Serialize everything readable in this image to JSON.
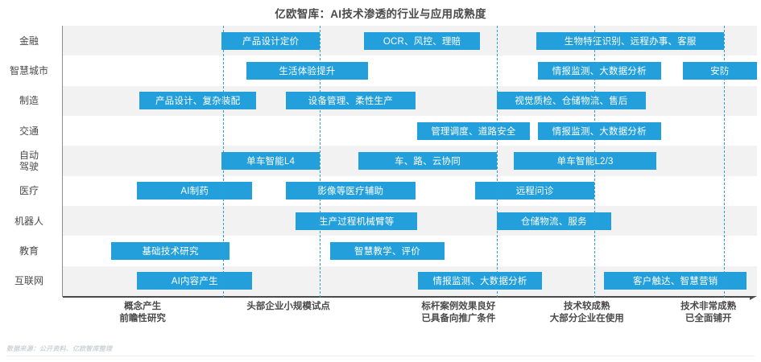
{
  "header": {
    "title": "亿欧智库：AI技术渗透的行业与应用成熟度"
  },
  "footer": {
    "source": "数据来源：公开资料、亿欧智库整理"
  },
  "colors": {
    "box_fill": "#239fdb",
    "box_text": "#ffffff",
    "band": "#f2f2f2",
    "axis": "#4a4a4a",
    "gridline": "#2b9fd6",
    "title_text": "#4a4a4a"
  },
  "chart_data": {
    "type": "table",
    "title": "亿欧智库：AI技术渗透的行业与应用成熟度",
    "xlabel": "",
    "ylabel": "",
    "grid": true,
    "legend": "none",
    "stages": [
      {
        "label_lines": [
          "概念产生",
          "前瞻性研究"
        ],
        "center_pct": 11.5
      },
      {
        "label_lines": [
          "头部企业小规模试点"
        ],
        "center_pct": 32.5
      },
      {
        "label_lines": [
          "标杆案例效果良好",
          "已具备向推广条件"
        ],
        "center_pct": 57.0
      },
      {
        "label_lines": [
          "技术较成熟",
          "大部分企业在使用"
        ],
        "center_pct": 75.5
      },
      {
        "label_lines": [
          "技术非常成熟",
          "已全面铺开"
        ],
        "center_pct": 93.0
      }
    ],
    "dividers_pct": [
      23.1,
      37.0,
      62.5,
      76.6,
      95.3
    ],
    "rows": [
      {
        "category": "金融",
        "category_lines": [
          "金融"
        ],
        "items": [
          {
            "label": "产品设计定价",
            "start_pct": 22.9,
            "end_pct": 37.0
          },
          {
            "label": "OCR、风控、理赔",
            "start_pct": 43.4,
            "end_pct": 60.1
          },
          {
            "label": "生物特征识别、远程办事、客服",
            "start_pct": 68.2,
            "end_pct": 95.3
          }
        ]
      },
      {
        "category": "智慧城市",
        "category_lines": [
          "智慧城市"
        ],
        "items": [
          {
            "label": "生活体验提升",
            "start_pct": 26.4,
            "end_pct": 44.0
          },
          {
            "label": "情报监测、大数据分析",
            "start_pct": 68.4,
            "end_pct": 86.2
          },
          {
            "label": "安防",
            "start_pct": 89.3,
            "end_pct": 100.0
          }
        ]
      },
      {
        "category": "制造",
        "category_lines": [
          "制造"
        ],
        "items": [
          {
            "label": "产品设计、复杂装配",
            "start_pct": 11.0,
            "end_pct": 27.9
          },
          {
            "label": "设备管理、柔性生产",
            "start_pct": 32.1,
            "end_pct": 50.8
          },
          {
            "label": "视觉质检、仓储物流、售后",
            "start_pct": 62.5,
            "end_pct": 84.0
          }
        ]
      },
      {
        "category": "交通",
        "category_lines": [
          "交通"
        ],
        "items": [
          {
            "label": "管理调度、道路安全",
            "start_pct": 51.0,
            "end_pct": 67.3
          },
          {
            "label": "情报监测、大数据分析",
            "start_pct": 68.4,
            "end_pct": 86.2
          }
        ]
      },
      {
        "category": "自动驾驶",
        "category_lines": [
          "自动",
          "驾驶"
        ],
        "items": [
          {
            "label": "单车智能L4",
            "start_pct": 22.9,
            "end_pct": 37.0
          },
          {
            "label": "车、路、云协同",
            "start_pct": 42.6,
            "end_pct": 62.5
          },
          {
            "label": "单车智能L2/3",
            "start_pct": 65.0,
            "end_pct": 85.5
          }
        ]
      },
      {
        "category": "医疗",
        "category_lines": [
          "医疗"
        ],
        "items": [
          {
            "label": "AI制药",
            "start_pct": 10.7,
            "end_pct": 27.3
          },
          {
            "label": "影像等医疗辅助",
            "start_pct": 32.1,
            "end_pct": 50.8
          },
          {
            "label": "远程问诊",
            "start_pct": 59.4,
            "end_pct": 76.6
          }
        ]
      },
      {
        "category": "机器人",
        "category_lines": [
          "机器人"
        ],
        "items": [
          {
            "label": "生产过程机械臂等",
            "start_pct": 33.5,
            "end_pct": 51.1
          },
          {
            "label": "仓储物流、服务",
            "start_pct": 62.5,
            "end_pct": 79.0
          }
        ]
      },
      {
        "category": "教育",
        "category_lines": [
          "教育"
        ],
        "items": [
          {
            "label": "基础技术研究",
            "start_pct": 7.0,
            "end_pct": 24.0
          },
          {
            "label": "智慧教学、评价",
            "start_pct": 38.5,
            "end_pct": 55.0
          }
        ]
      },
      {
        "category": "互联网",
        "category_lines": [
          "互联网"
        ],
        "items": [
          {
            "label": "AI内容产生",
            "start_pct": 10.7,
            "end_pct": 27.3
          },
          {
            "label": "情报监测、大数据分析",
            "start_pct": 51.2,
            "end_pct": 69.0
          },
          {
            "label": "客户触达、智慧营销",
            "start_pct": 78.0,
            "end_pct": 98.5
          }
        ]
      }
    ]
  }
}
